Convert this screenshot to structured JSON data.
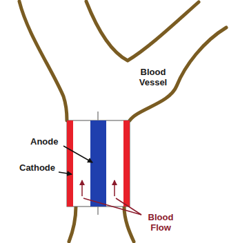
{
  "diagram": {
    "labels": [
      "Blood Vessel",
      "Anode",
      "Cathode",
      "Blood Flow"
    ]
  }
}
